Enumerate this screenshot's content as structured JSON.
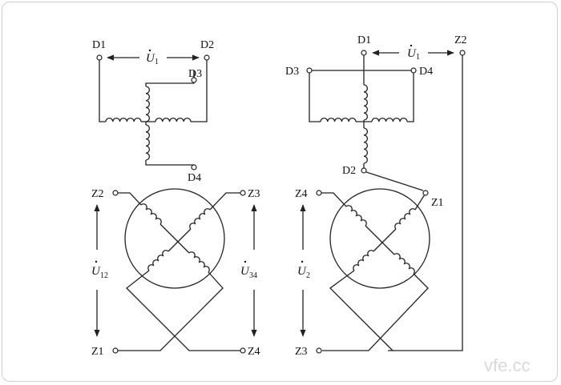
{
  "left": {
    "top_terminals": {
      "d1": "D1",
      "d2": "D2",
      "d3": "D3",
      "d4": "D4"
    },
    "top_voltage": {
      "symbol": "U",
      "subscript": "1"
    },
    "bottom_terminals": {
      "z1": "Z1",
      "z2": "Z2",
      "z3": "Z3",
      "z4": "Z4"
    },
    "voltage_12": {
      "symbol": "U",
      "subscript": "12"
    },
    "voltage_34": {
      "symbol": "U",
      "subscript": "34"
    }
  },
  "right": {
    "top_terminals": {
      "d1": "D1",
      "d2": "D2",
      "d3": "D3",
      "d4": "D4"
    },
    "top_voltage": {
      "symbol": "U",
      "subscript": "1"
    },
    "bottom_terminals": {
      "z1": "Z1",
      "z2": "Z2",
      "z3": "Z3",
      "z4": "Z4"
    },
    "voltage_out": {
      "symbol": "U",
      "subscript": "2"
    }
  },
  "watermark": "vfe.cc",
  "colors": {
    "line": "#222222",
    "frame": "#cfcfcf",
    "watermark": "#d9d9d9"
  }
}
